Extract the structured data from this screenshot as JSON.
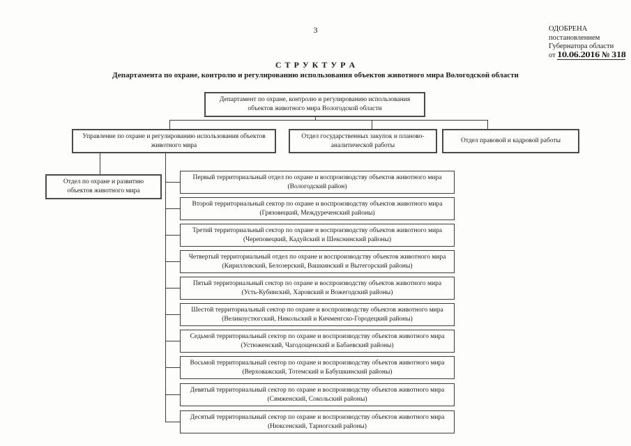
{
  "page": {
    "number": "3",
    "approval": {
      "line1": "ОДОБРЕНА",
      "line2": "постановлением",
      "line3": "Губернатора области",
      "line4_prefix": "от",
      "line4_value": "10.06.2016 № 318"
    },
    "title": "С Т Р У К Т У Р А",
    "subtitle": "Департамента по охране, контролю и регулированию использования объектов животного мира Вологодской области"
  },
  "chart": {
    "root": "Департамент по охране, контролю и регулированию использования объектов животного мира Вологодской области",
    "level2": [
      {
        "label": "Управление по охране и регулированию использования объектов животного мира"
      },
      {
        "label": "Отдел государственных закупок и планово-аналитической работы"
      },
      {
        "label": "Отдел правовой и кадровой работы"
      }
    ],
    "sub_office": "Отдел по охране и развитию объектов животного мира",
    "territorial": [
      "Первый территориальный отдел по охране и воспроизводству объектов животного мира (Вологодский район)",
      "Второй территориальный сектор по охране и воспроизводству объектов животного мира (Грязовецкий, Междуреченский районы)",
      "Третий территориальный сектор по охране и воспроизводству объектов животного мира (Череповецкий, Кадуйский и Шекснинский районы)",
      "Четвертый территориальный отдел по охране и воспроизводству объектов животного мира (Кирилловский, Белозерский, Вашкинский и Вытегорский районы)",
      "Пятый территориальный сектор по охране и воспроизводству объектов животного мира (Усть-Кубинский, Харовский и Вожегодский районы)",
      "Шестой территориальный сектор по охране и воспроизводству объектов животного мира (Великоустюгский, Никольский и Кичменгско-Городецкий районы)",
      "Седьмой территориальный сектор по охране и воспроизводству объектов животного мира (Устюженский, Чагодощенский и Бабаевский районы)",
      "Восьмой территориальный сектор по охране и воспроизводству объектов животного мира (Верховажский, Тотемский и Бабушкинский районы)",
      "Девятый территориальный сектор по охране и воспроизводству объектов животного мира (Сямженский, Сокольский районы)",
      "Десятый территориальный сектор по охране и воспроизводству объектов животного мира (Нюксенский, Тарногский районы)"
    ]
  }
}
